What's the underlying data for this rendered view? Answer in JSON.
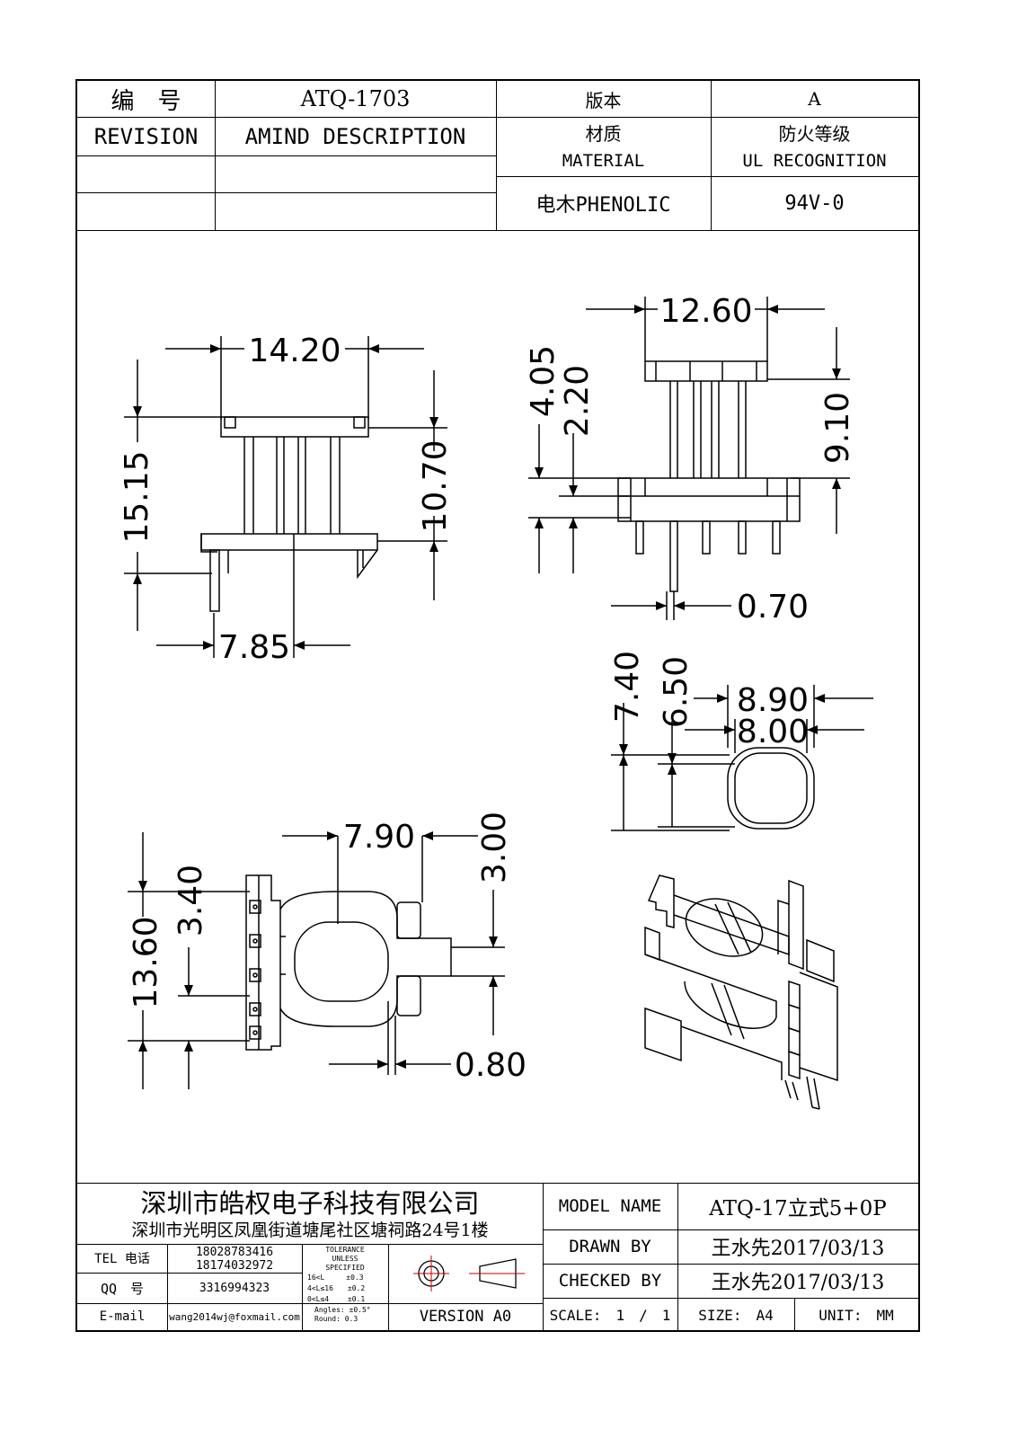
{
  "header": {
    "part_no_label": "编　号",
    "part_no": "ATQ-1703",
    "version_label": "版本",
    "version": "A",
    "revision_label": "REVISION",
    "amend_label": "AMIND DESCRIPTION",
    "material_label_cn": "材质",
    "material_label_en": "MATERIAL",
    "fire_rating_label_cn": "防火等级",
    "fire_rating_label_en": "UL RECOGNITION",
    "material_value": "电木PHENOLIC",
    "fire_rating_value": "94V-0"
  },
  "dimensions": {
    "front_width": "14.20",
    "front_height": "15.15",
    "front_flange_height": "10.70",
    "front_pin_offset": "7.85",
    "side_width": "12.60",
    "side_h1": "4.05",
    "side_h2": "2.20",
    "side_total": "9.10",
    "side_pin_dia": "0.70",
    "core_outer_h": "7.40",
    "core_inner_h": "6.50",
    "core_outer_w": "8.90",
    "core_inner_w": "8.00",
    "bottom_width": "7.90",
    "bottom_slot": "3.00",
    "bottom_length": "13.60",
    "bottom_pitch": "3.40",
    "bottom_wall": "0.80"
  },
  "footer": {
    "company_name": "深圳市皓权电子科技有限公司",
    "company_address": "深圳市光明区凤凰街道塘尾社区塘祠路24号1楼",
    "tel_label": "TEL 电话",
    "tel_1": "18028783416",
    "tel_2": "18174032972",
    "qq_label": "QQ　号",
    "qq_value": "3316994323",
    "email_label": "E-mail",
    "email_value": "wang2014wj@foxmail.com",
    "tolerance_title": "TOLERANCE",
    "tolerance_unless": "UNLESS",
    "tolerance_specified": "SPECIFIED",
    "tol_row1": "16<L　　　±0.3",
    "tol_row2": "4<L≤16　　±0.2",
    "tol_row3": "0<L≤4　　 ±0.1",
    "tol_angles": "Angles: ±0.5°",
    "tol_round": "Round: 0.3",
    "version_label": "VERSION A0",
    "model_name_label": "MODEL NAME",
    "model_name_value": "ATQ-17立式5+0P",
    "drawn_by_label": "DRAWN BY",
    "drawn_by_value": "王水先2017/03/13",
    "checked_by_label": "CHECKED BY",
    "checked_by_value": "王水先2017/03/13",
    "scale_label": "SCALE:　1　/　1",
    "size_label": "SIZE:　A4",
    "unit_label": "UNIT:　MM"
  }
}
